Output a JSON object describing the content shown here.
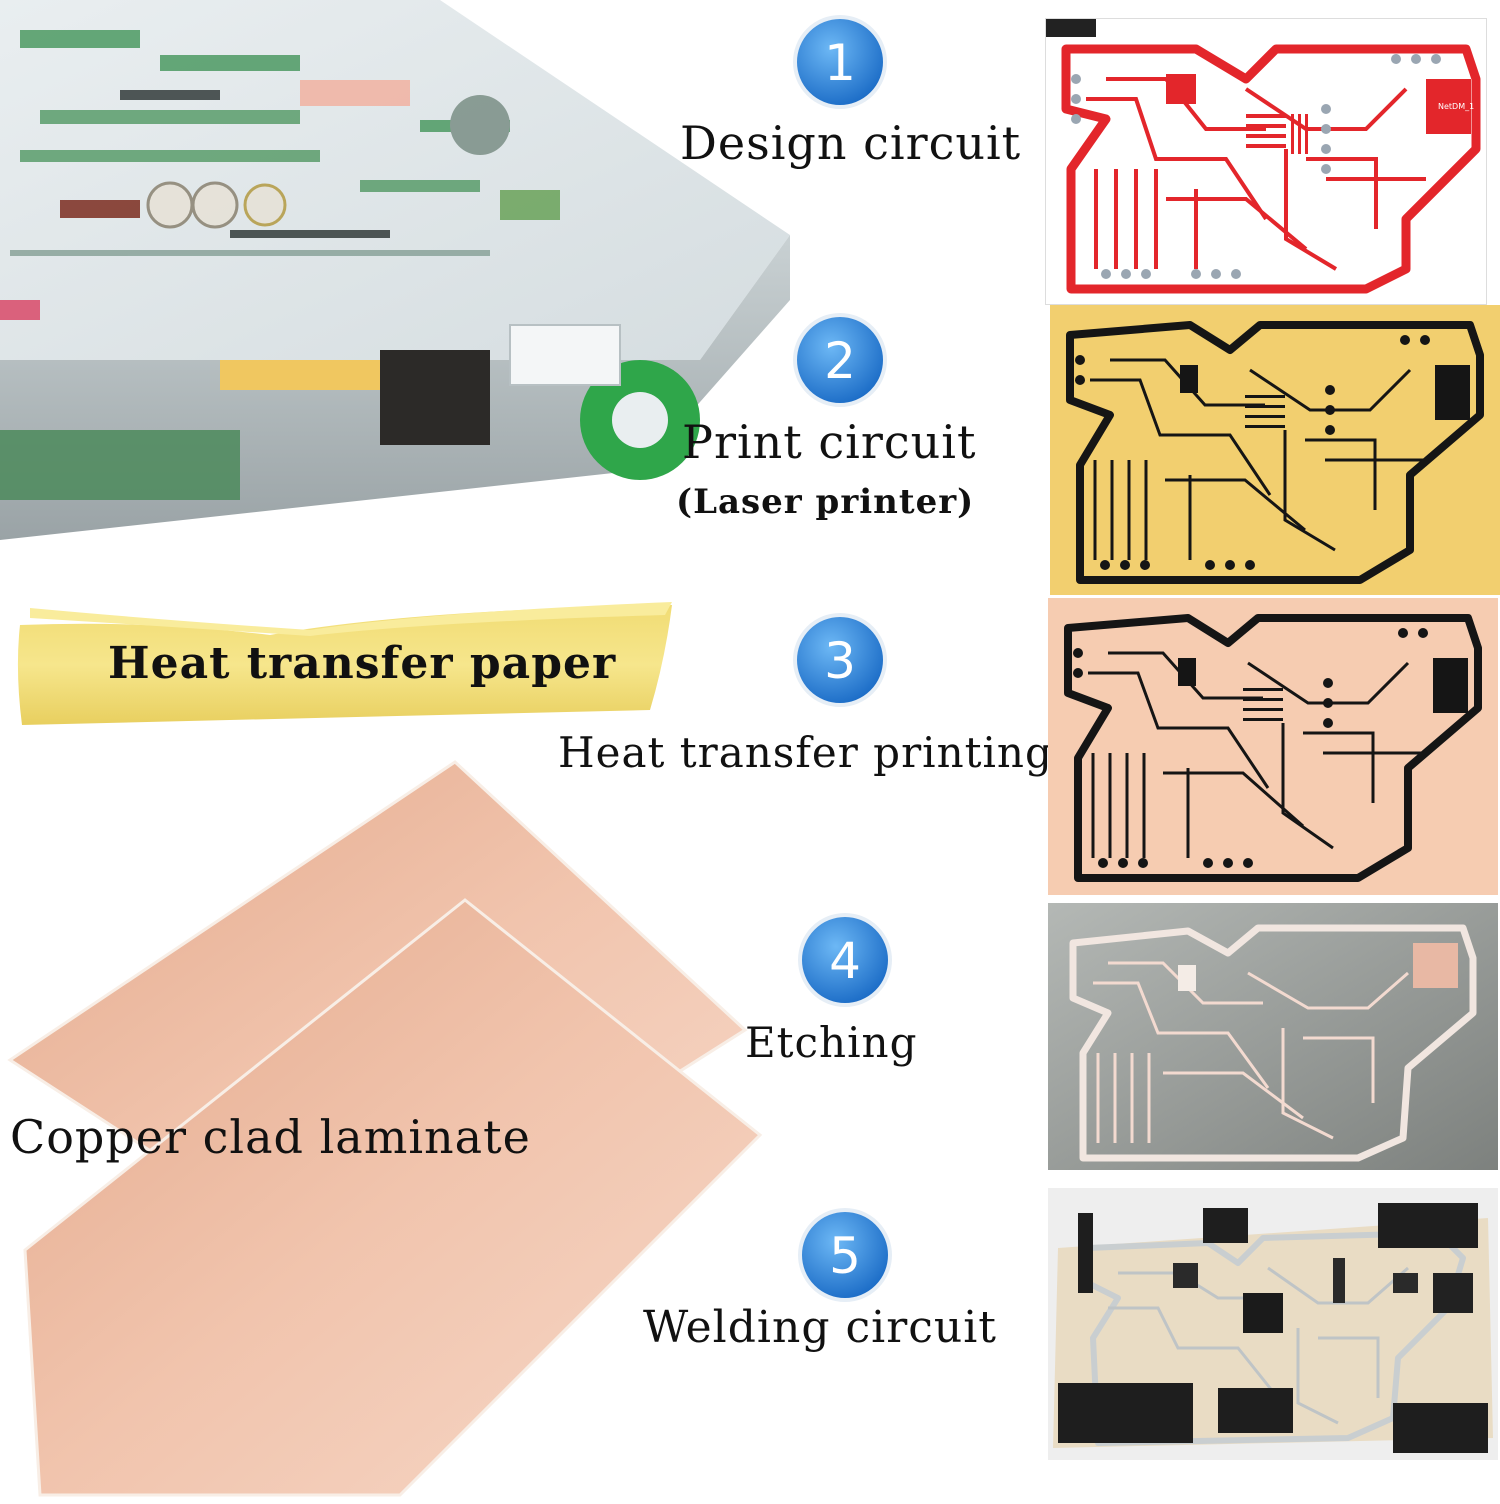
{
  "steps": [
    {
      "number": "1",
      "label": "Design circuit"
    },
    {
      "number": "2",
      "label": "Print circuit",
      "sublabel": "(Laser printer)"
    },
    {
      "number": "3",
      "label": "Heat transfer printing"
    },
    {
      "number": "4",
      "label": "Etching"
    },
    {
      "number": "5",
      "label": "Welding circuit"
    }
  ],
  "materials": {
    "paper_label": "Heat transfer paper",
    "laminate_label": "Copper clad laminate"
  },
  "design_panel": {
    "component_label": "NetDM_1"
  },
  "colors": {
    "badge_blue": "#1f7fd6",
    "trace_red": "#e3262b",
    "print_bg": "#f2cf6f",
    "transfer_bg": "#f6ccb1",
    "copper": "#eab596",
    "paper_yellow": "#f4e27a"
  }
}
